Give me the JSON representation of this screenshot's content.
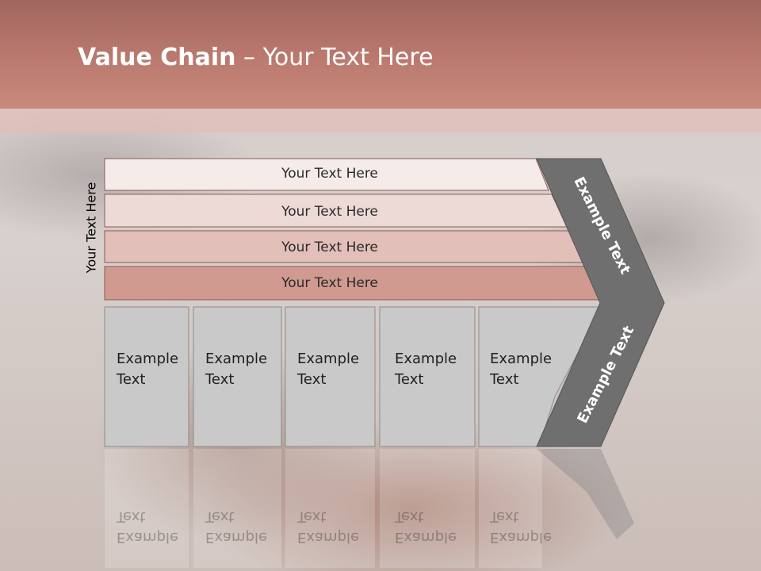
{
  "title": {
    "bold": "Value Chain",
    "rest": " – Your Text Here"
  },
  "vertical_label": "Your Text Here",
  "rows": [
    {
      "label": "Your Text Here",
      "color": "#f5ecea"
    },
    {
      "label": "Your Text Here",
      "color": "#eddad6"
    },
    {
      "label": "Your Text Here",
      "color": "#e2bfb8"
    },
    {
      "label": "Your Text Here",
      "color": "#d09a91"
    }
  ],
  "columns": [
    {
      "line1": "Example",
      "line2": "Text"
    },
    {
      "line1": "Example",
      "line2": "Text"
    },
    {
      "line1": "Example",
      "line2": "Text"
    },
    {
      "line1": "Example",
      "line2": "Text"
    },
    {
      "line1": "Example",
      "line2": "Text"
    }
  ],
  "arrow": {
    "upper": "Example Text",
    "lower": "Example Text",
    "color": "#6f6f6f"
  },
  "colors": {
    "column_fill": "#c9c9c9",
    "header": "#b97468"
  }
}
